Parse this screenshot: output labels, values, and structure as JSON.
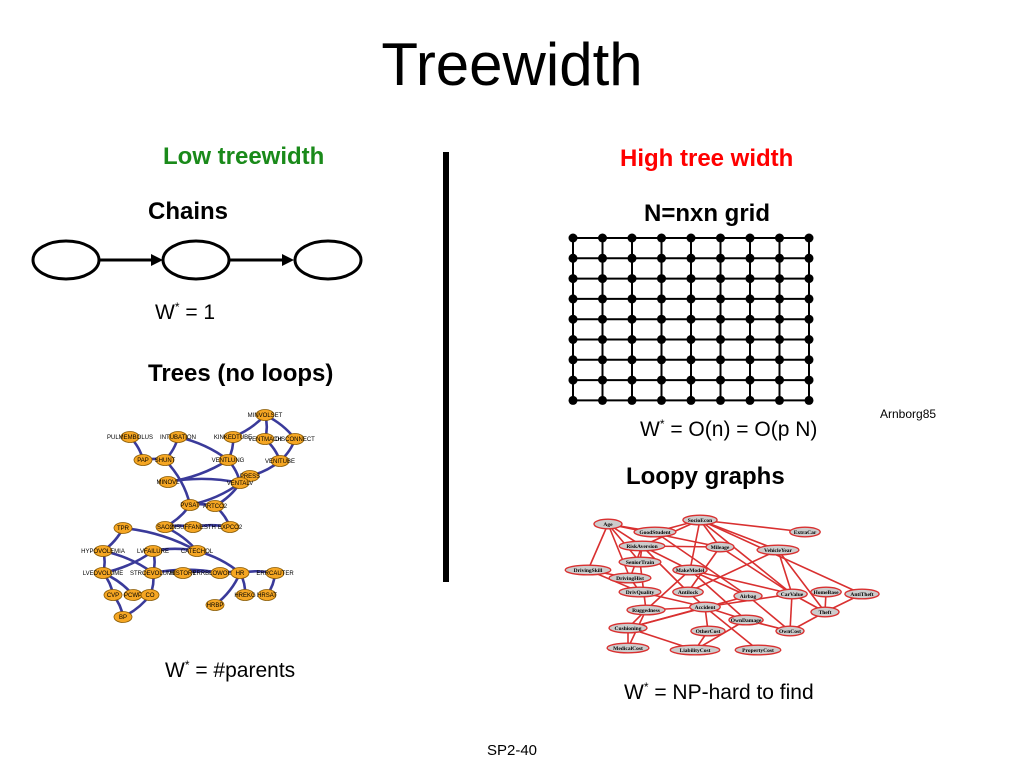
{
  "title": "Treewidth",
  "low": {
    "heading": "Low treewidth",
    "chains": "Chains",
    "chain_w": {
      "w": "W",
      "star": "*",
      "rest": " = 1"
    },
    "trees": "Trees (no loops)",
    "tree_w": {
      "w": "W",
      "star": "*",
      "rest": " = #parents"
    },
    "tree_nodes": [
      "MINVOLSET",
      "PULMEMBOLUS",
      "INTUBATION",
      "KINKEDTUBE",
      "VENTMACH",
      "DISCONNECT",
      "PAP",
      "SHUNT",
      "VENTLUNG",
      "VENITUBE",
      "PRESS",
      "MINOVL",
      "VENTALV",
      "PVSAT",
      "ARTCO2",
      "TPR",
      "SAO2",
      "INSUFFANESTH",
      "EXPCO2",
      "HYPOVOLEMIA",
      "LVFAILURE",
      "CATECHOL",
      "LVEDVOLUME",
      "STROEVOLUME",
      "HISTORY",
      "ERRBLOWOUTPUT",
      "HR",
      "ERRCAUTER",
      "CVP",
      "PCWP",
      "CO",
      "HREKG",
      "HRSAT",
      "HRBP",
      "BP"
    ]
  },
  "divider": "vertical-divider",
  "high": {
    "heading": "High tree width",
    "grid": "N=nxn grid",
    "grid_w": {
      "w": "W",
      "star": "*",
      "rest": " = O(n) = O(p N)"
    },
    "citation": "Arnborg85",
    "loopy": "Loopy graphs",
    "loopy_w": {
      "w": "W",
      "star": "*",
      "rest": " = NP-hard to find"
    },
    "loopy_nodes": [
      "Age",
      "SocioEcon",
      "GoodStudent",
      "ExtraCar",
      "RiskAversion",
      "Mileage",
      "VehicleYear",
      "SeniorTrain",
      "DrivingSkill",
      "MakeModel",
      "DrivingHist",
      "DrivQuality",
      "Antilock",
      "Airbag",
      "CarValue",
      "HomeBase",
      "AntiTheft",
      "Ruggedness",
      "Accident",
      "Theft",
      "OwnDamage",
      "Cushioning",
      "OtherCost",
      "OwnCost",
      "MedicalCost",
      "LiabilityCost",
      "PropertyCost"
    ]
  },
  "footer": "SP2-40",
  "colors": {
    "low": "#1a8a1a",
    "high": "#ff0000",
    "tree_node": "#f5a623",
    "tree_edge": "#3a3a9a",
    "loopy_edge": "#d93030",
    "loopy_node": "#cccccc"
  }
}
